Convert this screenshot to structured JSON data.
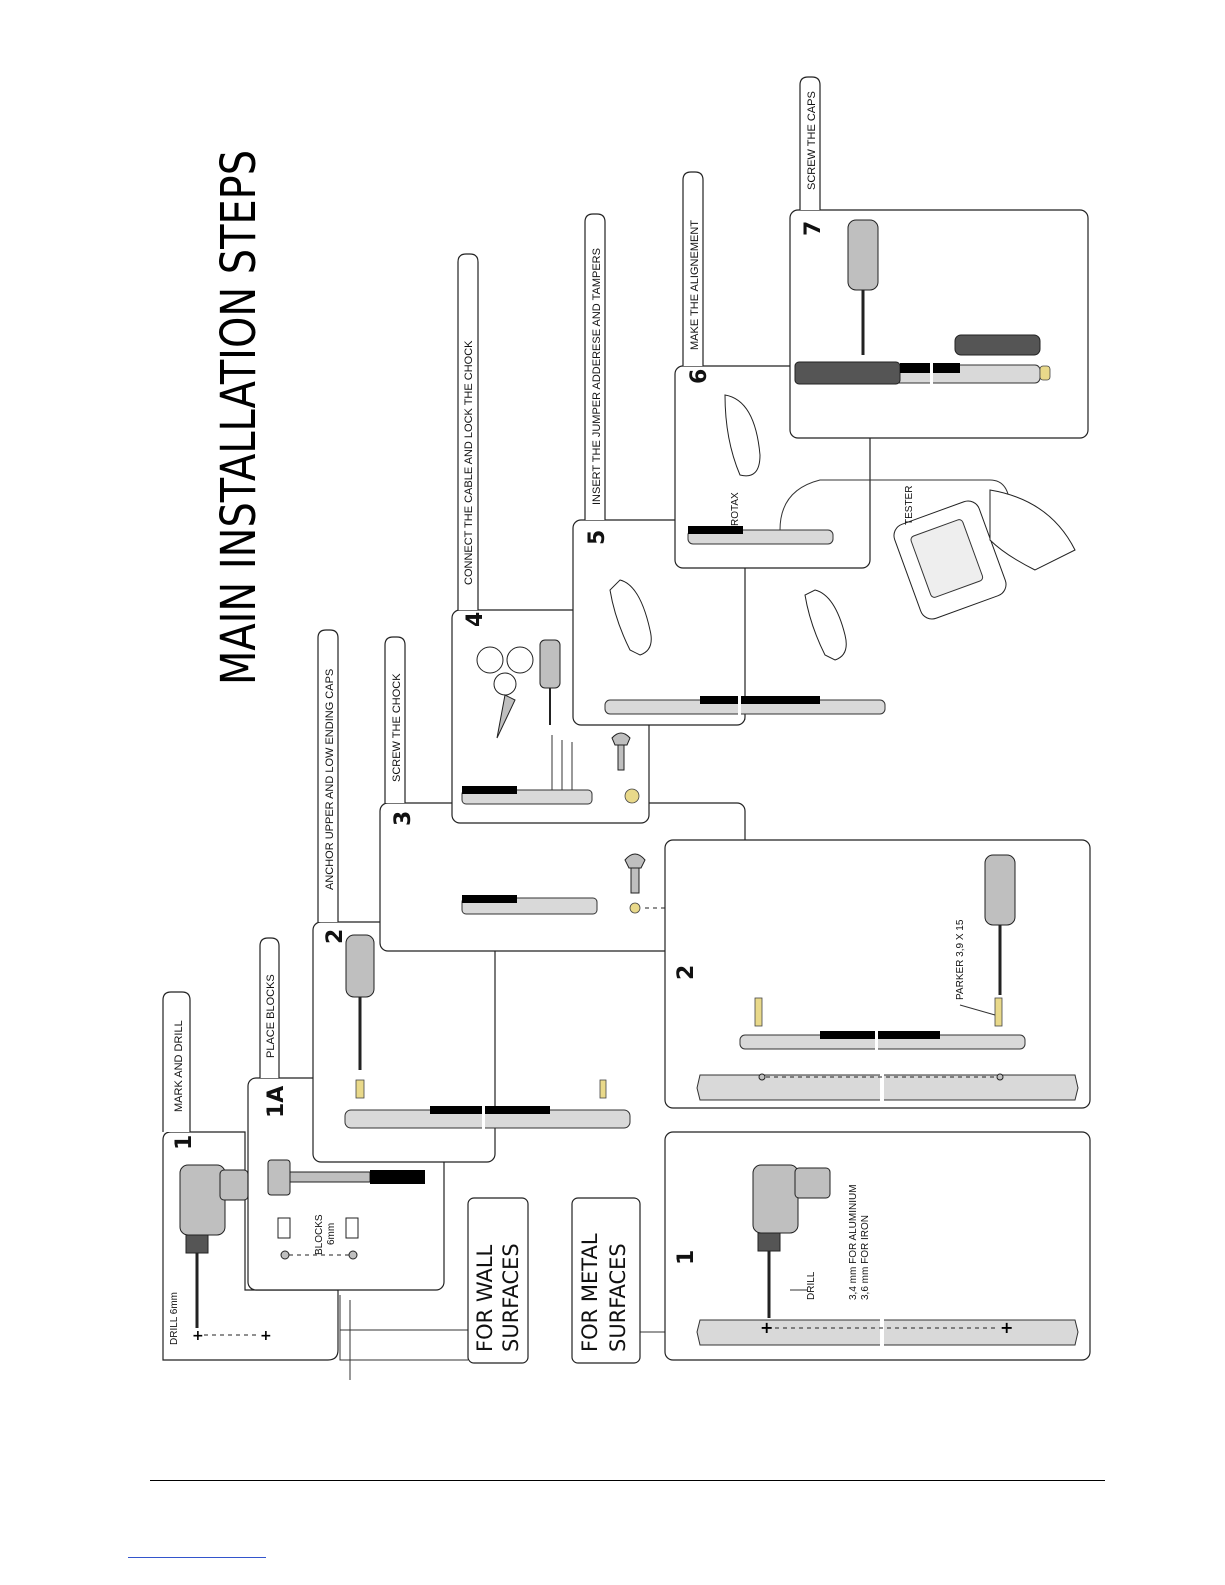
{
  "title": "MAIN INSTALLATION STEPS",
  "wall_surfaces": {
    "label_line1": "FOR WALL",
    "label_line2": "SURFACES",
    "steps": [
      {
        "number": "1",
        "caption": "MARK AND DRILL",
        "note": "DRILL 6mm"
      },
      {
        "number": "1A",
        "caption": "PLACE BLOCKS",
        "note_line1": "BLOCKS",
        "note_line2": "6mm"
      },
      {
        "number": "2",
        "caption": "ANCHOR UPPER AND LOW ENDING CAPS"
      },
      {
        "number": "3",
        "caption": "SCREW THE CHOCK"
      },
      {
        "number": "4",
        "caption": "CONNECT THE CABLE AND LOCK THE CHOCK"
      },
      {
        "number": "5",
        "caption": "INSERT THE JUMPER ADDERESE AND TAMPERS"
      },
      {
        "number": "6",
        "caption": "MAKE THE ALIGNEMENT",
        "rotax_label": "ROTAX",
        "tester_label": "TESTER"
      },
      {
        "number": "7",
        "caption": "SCREW THE CAPS"
      }
    ]
  },
  "metal_surfaces": {
    "label_line1": "FOR METAL",
    "label_line2": "SURFACES",
    "steps": [
      {
        "number": "1",
        "drill_label": "DRILL",
        "aluminium_label": "3,4 mm  FOR ALUMINIUM",
        "iron_label": "3,6 mm  FOR IRON"
      },
      {
        "number": "2",
        "screw_label": "PARKER 3,9 X 15"
      }
    ]
  },
  "icons": [
    "drill-icon",
    "hammer-icon",
    "screwdriver-icon",
    "wrench-icon",
    "scissors-icon",
    "hand-icon",
    "tester-icon"
  ]
}
